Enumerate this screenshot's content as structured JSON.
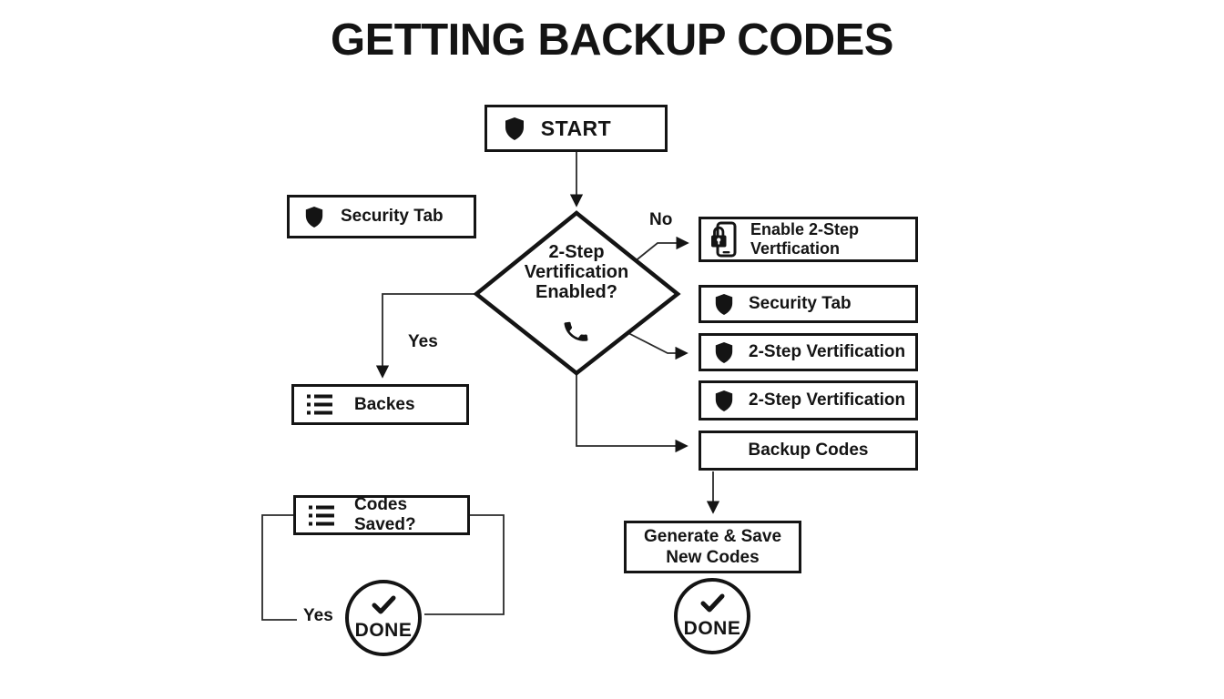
{
  "title": "GETTING BACKUP CODES",
  "colors": {
    "ink": "#141414",
    "background": "#ffffff"
  },
  "nodes": {
    "start": {
      "label": "START",
      "icon": "shield-icon"
    },
    "security_tab_left": {
      "label": "Security Tab",
      "icon": "shield-icon"
    },
    "decision": {
      "line1": "2-Step",
      "line2": "Vertification",
      "line3": "Enabled?",
      "icon": "phone-icon"
    },
    "enable_two_step": {
      "line1": "Enable 2-Step",
      "line2": "Vertfication",
      "icon": "phone-lock-icon"
    },
    "security_tab_right": {
      "label": "Security Tab",
      "icon": "shield-icon"
    },
    "two_step_verification_1": {
      "label": "2-Step Vertification",
      "icon": "shield-icon"
    },
    "two_step_verification_2": {
      "label": "2-Step Vertification",
      "icon": "shield-icon"
    },
    "backup_codes": {
      "label": "Backup Codes"
    },
    "backes": {
      "label": "Backes",
      "icon": "list-icon"
    },
    "codes_saved": {
      "label": "Codes Saved?",
      "icon": "list-icon"
    },
    "generate_save": {
      "line1": "Generate & Save",
      "line2": "New Codes"
    },
    "done_left": {
      "label": "DONE",
      "icon": "check-icon"
    },
    "done_right": {
      "label": "DONE",
      "icon": "check-icon"
    }
  },
  "edge_labels": {
    "no": "No",
    "yes_decision": "Yes",
    "yes_done": "Yes"
  }
}
